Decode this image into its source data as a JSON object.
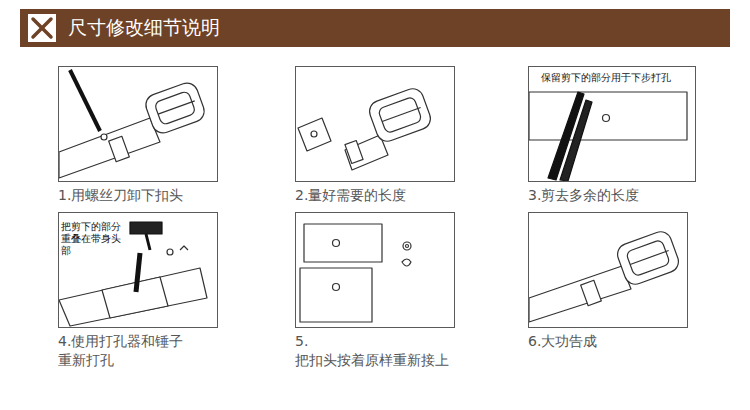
{
  "diagram": {
    "title": "尺寸修改细节说明",
    "nodes": [
      {
        "text": [
          "1.用螺丝刀卸下扣头"
        ]
      },
      {
        "text": [
          "2.量好需要的长度"
        ]
      },
      {
        "text": [
          "保留剪下的部分用于下步打孔",
          "3.剪去多余的长度"
        ]
      },
      {
        "text": [
          "把剪下的部分重叠在带身头部",
          "4.使用打孔器和锤子 重新打孔"
        ]
      },
      {
        "text": [
          "5.把扣头按着原样重新接上"
        ]
      },
      {
        "text": [
          "6.大功告成"
        ]
      }
    ]
  }
}
